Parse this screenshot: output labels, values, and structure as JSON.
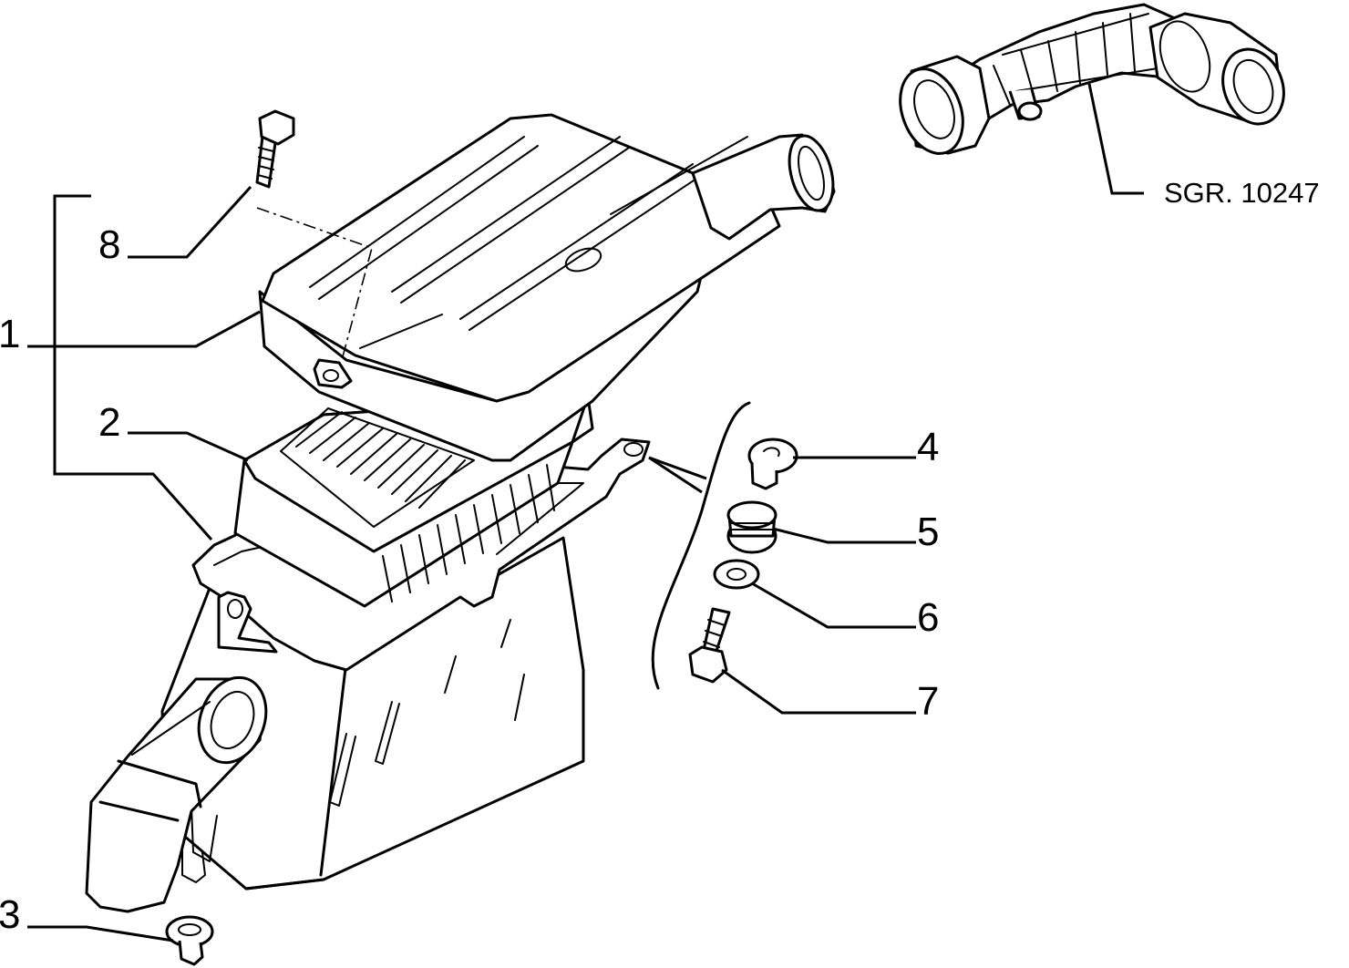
{
  "callouts": [
    {
      "id": "1",
      "label": "1"
    },
    {
      "id": "2",
      "label": "2"
    },
    {
      "id": "3",
      "label": "3"
    },
    {
      "id": "4",
      "label": "4"
    },
    {
      "id": "5",
      "label": "5"
    },
    {
      "id": "6",
      "label": "6"
    },
    {
      "id": "7",
      "label": "7"
    },
    {
      "id": "8",
      "label": "8"
    }
  ],
  "reference": {
    "label": "SGR. 10247"
  }
}
